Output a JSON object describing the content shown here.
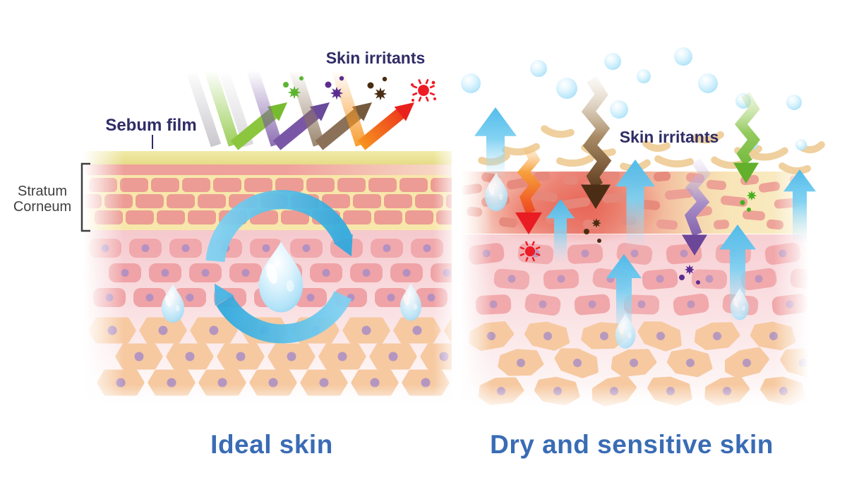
{
  "diagram": {
    "panels": {
      "left": {
        "title": "Ideal skin",
        "irritants_label": "Skin irritants",
        "sebum_label": "Sebum film",
        "stratum_label_line1": "Stratum",
        "stratum_label_line2": "Corneum"
      },
      "right": {
        "title": "Dry and sensitive skin",
        "irritants_label": "Skin irritants"
      }
    },
    "colors": {
      "label_navy": "#2f2c66",
      "label_gray": "#3f3f3f",
      "heading_blue": "#3a6cb5",
      "arrow_blue": "#49b9ea",
      "sebum_yellow": "#ebe492",
      "brick_pink": "#ec9c94",
      "brick_bg_yellow": "#f8e7aa",
      "cell_pink": "#efa3a6",
      "cell_tan": "#f6c9a1",
      "nucleus_purple": "#a98dc5",
      "irritant_green": "#5cb531",
      "irritant_purple": "#5b2d91",
      "irritant_brown": "#4a2c12",
      "irritant_red": "#ed1c24",
      "inflamed_red": "#ea8175"
    }
  }
}
